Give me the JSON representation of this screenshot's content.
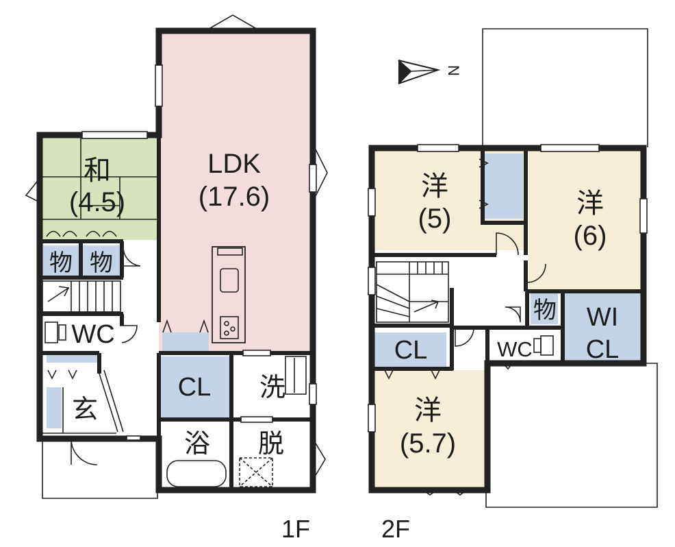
{
  "plan": {
    "floor1": {
      "label": "1F",
      "rooms": {
        "ldk": {
          "name": "LDK",
          "size": "(17.6)",
          "color": "#f3dcdc"
        },
        "washitsu": {
          "name": "和",
          "size": "(4.5)",
          "color": "#d6e3bd"
        },
        "storage_left": {
          "name": "物",
          "color": "#c4d3e6"
        },
        "storage_right": {
          "name": "物",
          "color": "#c4d3e6"
        },
        "wc": {
          "name": "WC"
        },
        "entrance": {
          "name": "玄"
        },
        "closet": {
          "name": "CL",
          "color": "#c4d3e6"
        },
        "wash": {
          "name": "洗"
        },
        "bath": {
          "name": "浴"
        },
        "dressing": {
          "name": "脱"
        }
      }
    },
    "floor2": {
      "label": "2F",
      "rooms": {
        "west_5": {
          "name": "洋",
          "size": "(5)",
          "color": "#f6edd8"
        },
        "west_6": {
          "name": "洋",
          "size": "(6)",
          "color": "#f6edd8"
        },
        "west_57": {
          "name": "洋",
          "size": "(5.7)",
          "color": "#f6edd8"
        },
        "closet": {
          "name": "CL",
          "color": "#c4d3e6"
        },
        "wc": {
          "name": "WC"
        },
        "storage": {
          "name": "物",
          "color": "#c4d3e6"
        },
        "walkin": {
          "name": "WI",
          "sub": "CL",
          "color": "#c4d3e6"
        }
      }
    },
    "compass": {
      "icon": "north-arrow-icon",
      "letter": "N"
    }
  }
}
